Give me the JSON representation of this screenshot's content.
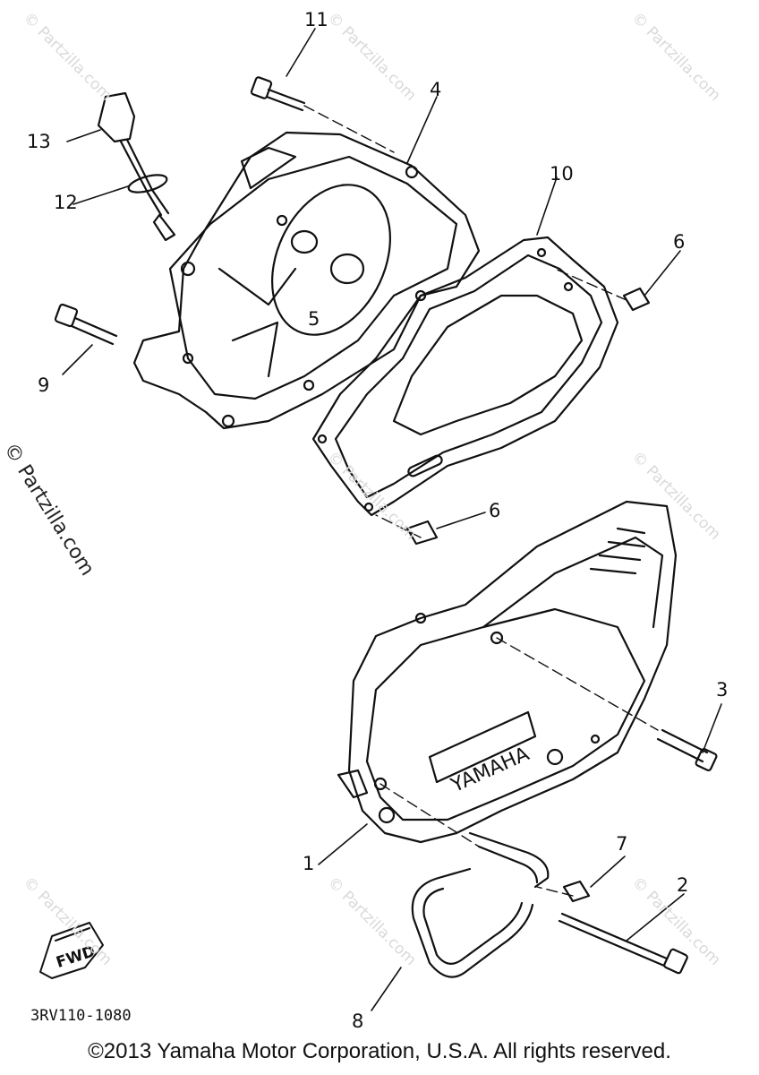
{
  "diagram": {
    "code": "3RV110-1080",
    "copyright": "©2013 Yamaha Motor Corporation, U.S.A. All rights reserved.",
    "side_watermark": "© Partzilla.com",
    "watermark": "© Partzilla.com",
    "cover_logo": "YAMAHA",
    "fwd_mark": "FWD",
    "callouts": [
      "1",
      "2",
      "3",
      "4",
      "5",
      "6",
      "6",
      "7",
      "8",
      "9",
      "10",
      "11",
      "12",
      "13"
    ]
  },
  "colors": {
    "ink": "#111111",
    "watermark": "#d9d9d9"
  }
}
